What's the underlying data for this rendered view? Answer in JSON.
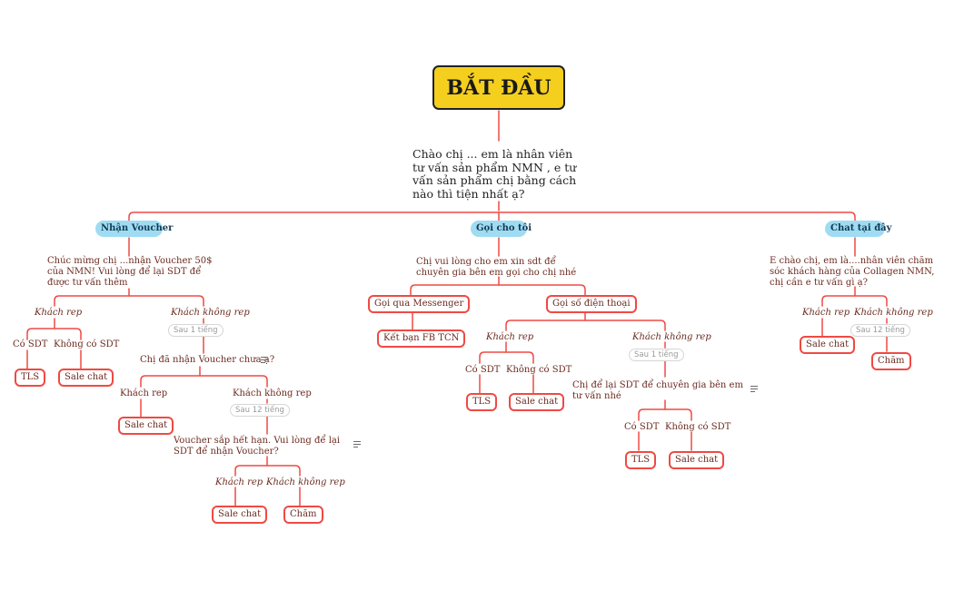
{
  "root": {
    "title": "BẮT ĐẦU"
  },
  "greeting": "Chào chị ...  em là  nhân viên tư vấn sản phẩm NMN , e tư vấn sản phẩm chị bằng cách nào thì tiện nhất ạ?",
  "branches": {
    "voucher": {
      "label": "Nhận Voucher",
      "message": "Chúc mừng chị ...nhận Voucher 50$ của NMN! Vui lòng để lại SDT để được tư vấn thêm",
      "rep": "Khách rep",
      "has_phone": "Có SDT",
      "no_phone": "Không có SDT",
      "tls": "TLS",
      "sale_chat": "Sale chat",
      "norep": "Khách không rep",
      "wait1": "Sau 1 tiếng",
      "q_received": "Chị đã nhận Voucher chưa ạ?",
      "rep2": "Khách rep",
      "sale_chat2": "Sale chat",
      "norep2": "Khách không rep",
      "wait12": "Sau 12 tiếng",
      "q_expire": "Voucher sắp hết hạn. Vui lòng để lại SDT để nhận Voucher?",
      "rep3": "Khách rep",
      "sale_chat3": "Sale chat",
      "norep3": "Khách không rep",
      "cham": "Chăm"
    },
    "call": {
      "label": "Gọi cho tôi",
      "message": "Chị vui lòng cho em xin sdt để chuyên gia bên em gọi cho chị nhé",
      "messenger": "Gọi qua Messenger",
      "fb_friend": "Kết bạn FB TCN",
      "phone": "Gọi số điện thoại",
      "rep": "Khách rep",
      "has_phone": "Có SDT",
      "no_phone": "Không có SDT",
      "tls": "TLS",
      "sale_chat": "Sale chat",
      "norep": "Khách không rep",
      "wait1": "Sau 1 tiếng",
      "ask_phone": "Chị để lại SDT để chuyên gia bên em tư vấn nhé",
      "has_phone2": "Có SDT",
      "no_phone2": "Không có SDT",
      "tls2": "TLS",
      "sale_chat2": "Sale chat"
    },
    "chat": {
      "label": "Chat tại đây",
      "message": "E chào chị, em là....nhân viên chăm sóc khách hàng của Collagen NMN, chị cần e tư vấn gì ạ?",
      "rep": "Khách rep",
      "sale_chat": "Sale chat",
      "norep": "Khách không rep",
      "wait12": "Sau 12 tiếng",
      "cham": "Chăm"
    }
  },
  "colors": {
    "line": "#ef4a43",
    "root_bg": "#f5cf1e",
    "pill_bg": "#9fdcf2",
    "text": "#6b2a1f"
  }
}
